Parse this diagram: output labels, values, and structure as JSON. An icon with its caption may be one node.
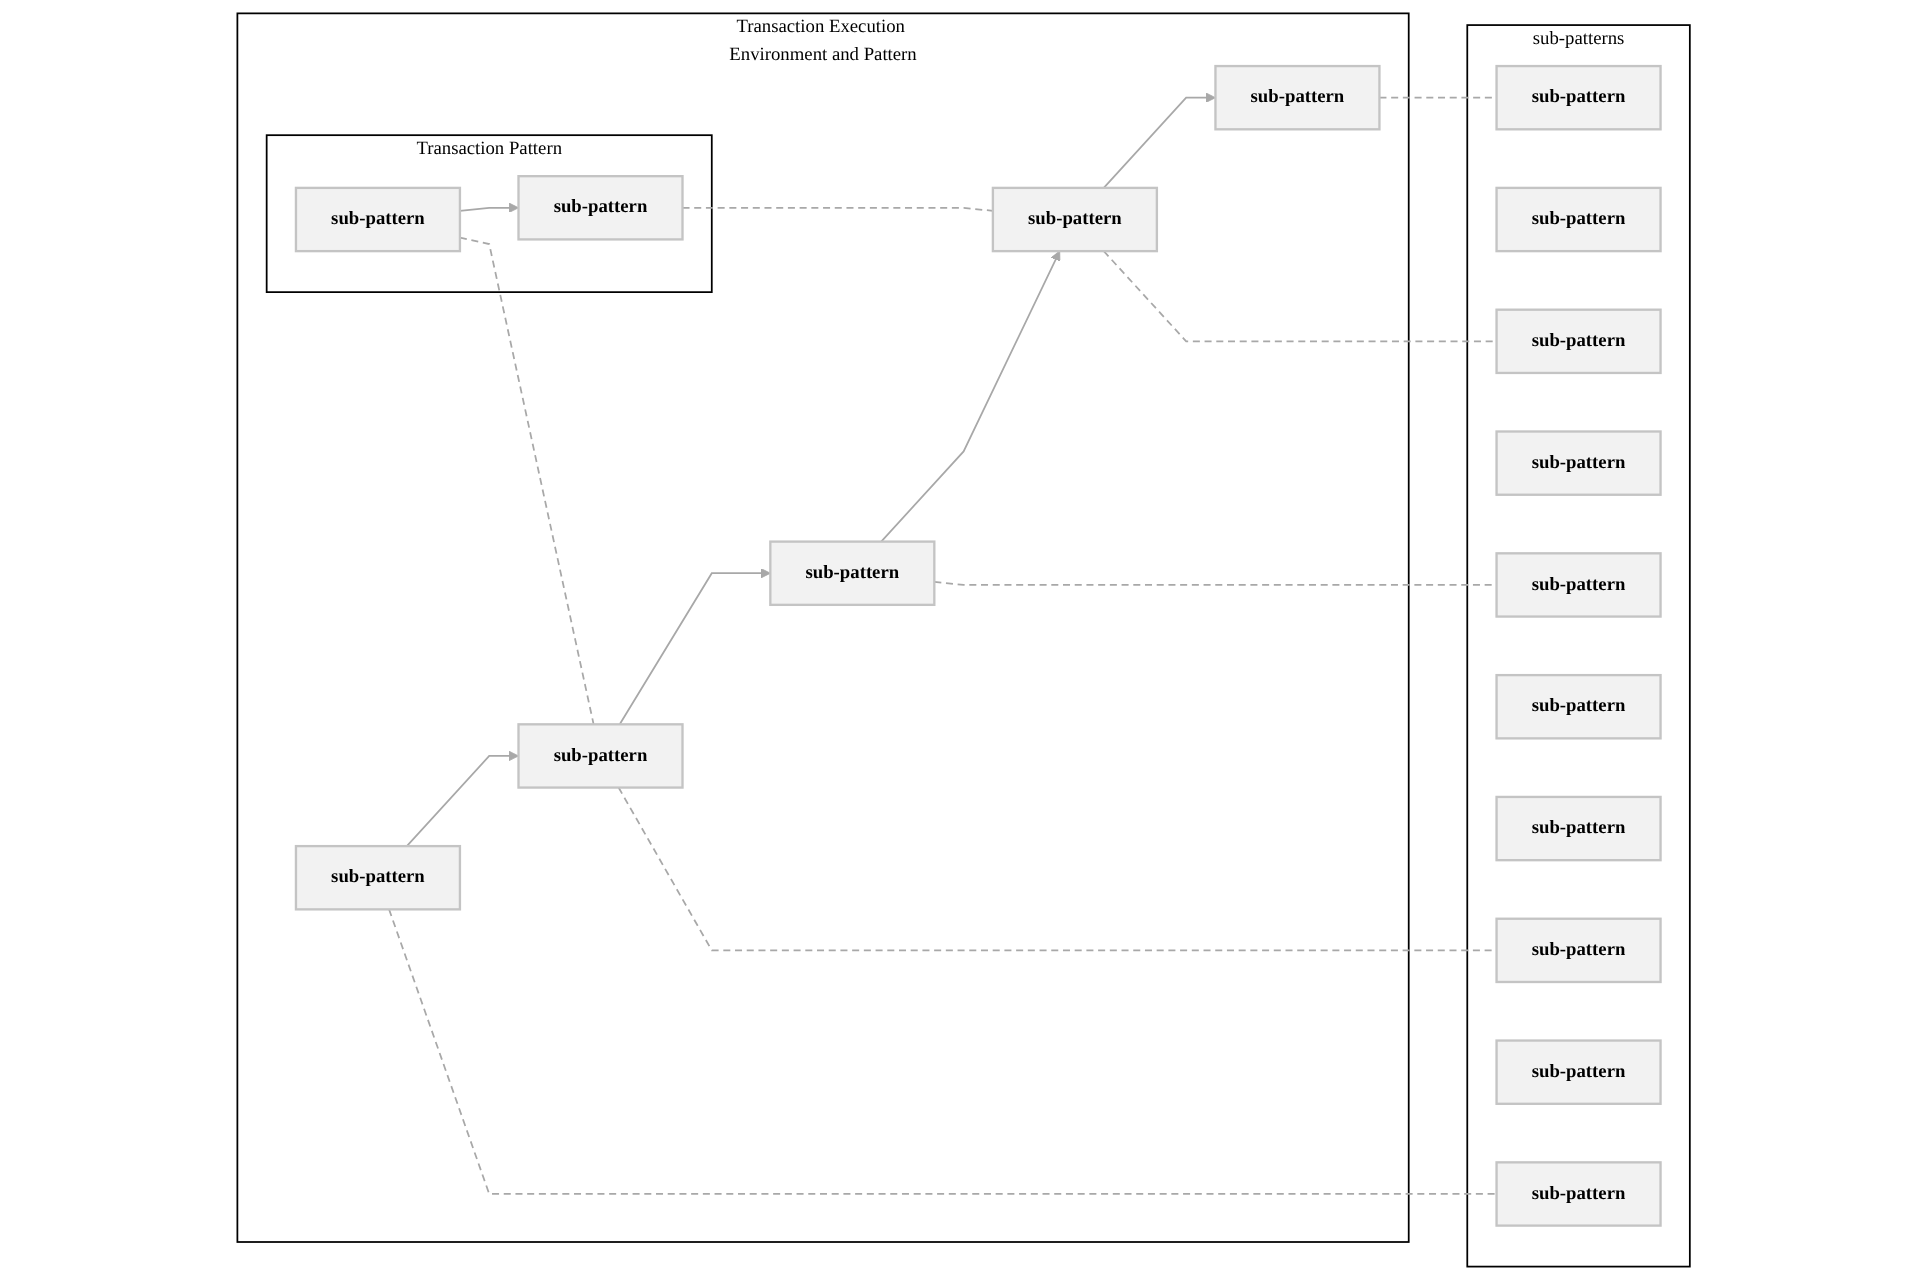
{
  "diagram": {
    "nodes": [
      {
        "text": [
          "Transaction Execution Environment and Pattern"
        ]
      },
      {
        "text": [
          "Transaction Pattern"
        ],
        "in": 0
      },
      {
        "text": [
          "sub-pattern"
        ],
        "in": 1
      },
      {
        "text": [
          "sub-pattern"
        ],
        "in": 1
      },
      {
        "text": [
          "sub-pattern"
        ],
        "in": 0
      },
      {
        "text": [
          "sub-pattern"
        ],
        "in": 0
      },
      {
        "text": [
          "sub-pattern"
        ],
        "in": 0
      },
      {
        "text": [
          "sub-pattern"
        ],
        "in": 0
      },
      {
        "text": [
          "sub-pattern"
        ],
        "in": 0
      },
      {
        "text": [
          "sub-patterns"
        ]
      },
      {
        "text": [
          "sub-pattern"
        ],
        "in": 9
      },
      {
        "text": [
          "sub-pattern"
        ],
        "in": 9
      },
      {
        "text": [
          "sub-pattern"
        ],
        "in": 9
      },
      {
        "text": [
          "sub-pattern"
        ],
        "in": 9
      },
      {
        "text": [
          "sub-pattern"
        ],
        "in": 9
      },
      {
        "text": [
          "sub-pattern"
        ],
        "in": 9
      },
      {
        "text": [
          "sub-pattern"
        ],
        "in": 9
      },
      {
        "text": [
          "sub-pattern"
        ],
        "in": 9
      },
      {
        "text": [
          "sub-pattern"
        ],
        "in": 9
      },
      {
        "text": [
          "sub-pattern"
        ],
        "in": 9
      }
    ],
    "edges": [
      {
        "from": 2,
        "to": 3,
        "arrow": "to"
      },
      {
        "from": 4,
        "to": 5,
        "arrow": "to"
      },
      {
        "from": 5,
        "to": 6,
        "arrow": "to"
      },
      {
        "from": 6,
        "to": 7,
        "arrow": "to"
      },
      {
        "from": 7,
        "to": 8,
        "arrow": "to"
      },
      {
        "from": 2,
        "to": 5,
        "arrow": "none",
        "style": "dashed"
      },
      {
        "from": 3,
        "to": 7,
        "arrow": "none",
        "style": "dashed"
      },
      {
        "from": 4,
        "to": 12,
        "arrow": "none",
        "style": "dashed"
      },
      {
        "from": 5,
        "to": 17,
        "arrow": "none",
        "style": "dashed"
      },
      {
        "from": 6,
        "to": 10,
        "arrow": "none",
        "style": "dashed"
      },
      {
        "from": 7,
        "to": 14,
        "arrow": "none",
        "style": "dashed"
      },
      {
        "from": 8,
        "to": 19,
        "arrow": "none",
        "style": "dashed"
      }
    ]
  }
}
